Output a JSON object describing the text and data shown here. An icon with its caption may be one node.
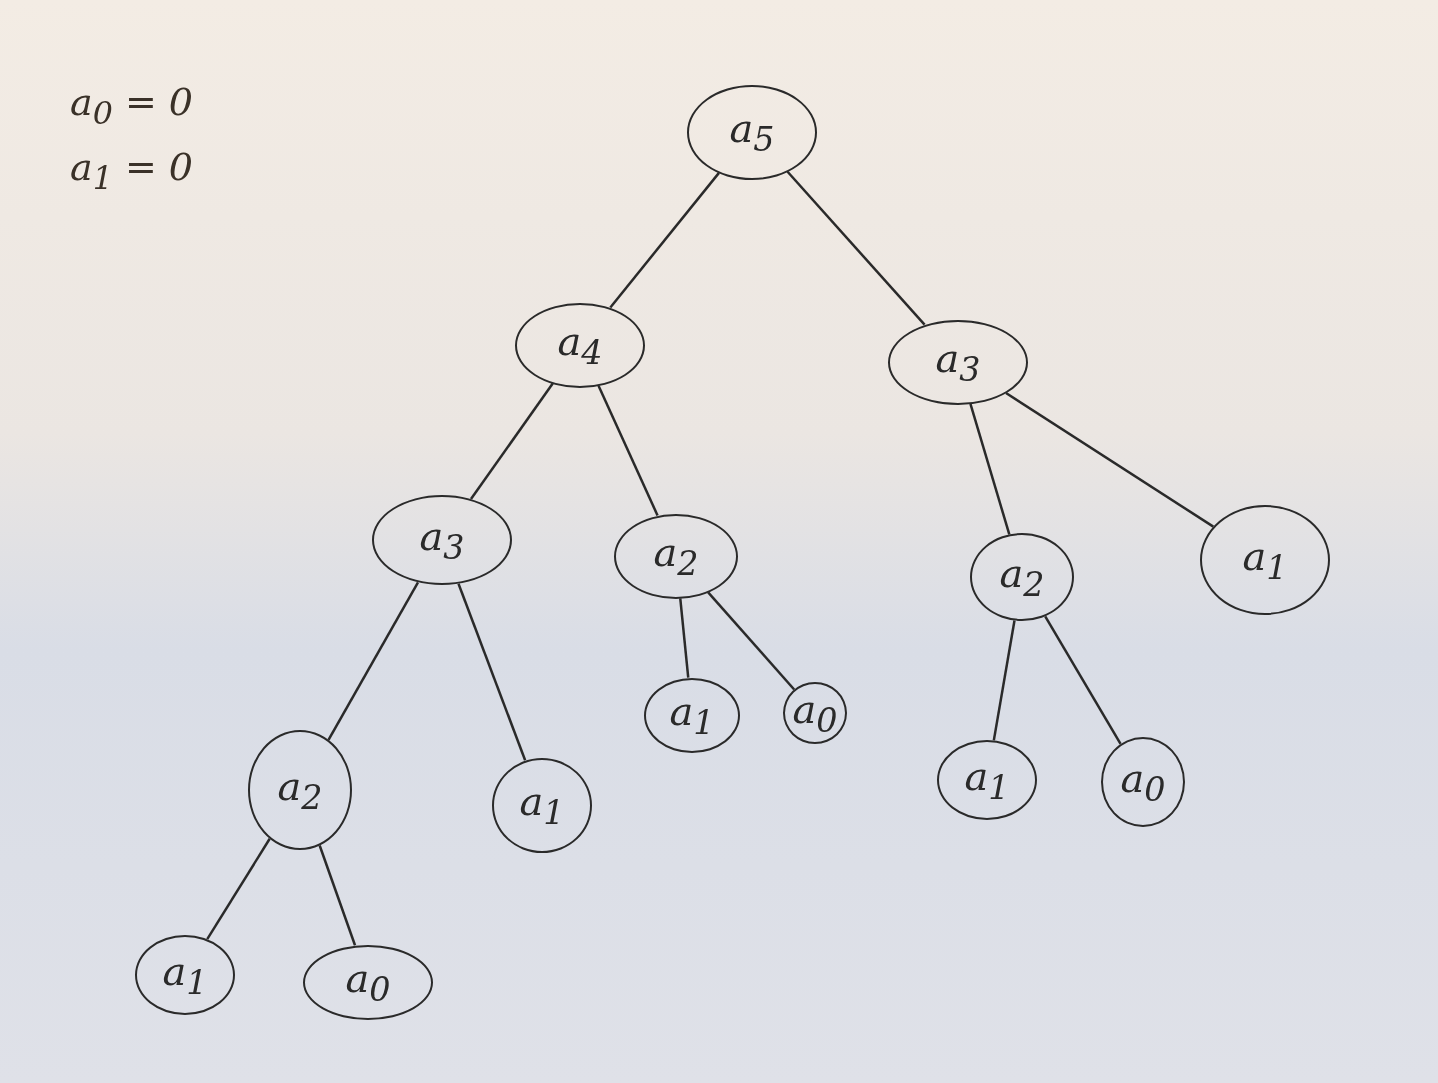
{
  "diagram": {
    "nodes": [
      {
        "text": [
          "a$_{5}$"
        ]
      },
      {
        "text": [
          "a$_{4}$"
        ]
      },
      {
        "text": [
          "a$_{3}$"
        ]
      },
      {
        "text": [
          "a$_{3}$"
        ]
      },
      {
        "text": [
          "a$_{2}$"
        ]
      },
      {
        "text": [
          "a$_{2}$"
        ]
      },
      {
        "text": [
          "a$_{1}$"
        ]
      },
      {
        "text": [
          "a$_{2}$"
        ]
      },
      {
        "text": [
          "a$_{1}$"
        ]
      },
      {
        "text": [
          "a$_{1}$"
        ]
      },
      {
        "text": [
          "a$_{0}$"
        ]
      },
      {
        "text": [
          "a$_{1}$"
        ]
      },
      {
        "text": [
          "a$_{0}$"
        ]
      },
      {
        "text": [
          "a$_{1}$"
        ]
      },
      {
        "text": [
          "a$_{0}$"
        ]
      }
    ],
    "edges": [
      {
        "from": 0,
        "to": 1,
        "arrow": "none"
      },
      {
        "from": 0,
        "to": 2,
        "arrow": "none"
      },
      {
        "from": 1,
        "to": 3,
        "arrow": "none"
      },
      {
        "from": 1,
        "to": 4,
        "arrow": "none"
      },
      {
        "from": 2,
        "to": 5,
        "arrow": "none"
      },
      {
        "from": 2,
        "to": 6,
        "arrow": "none"
      },
      {
        "from": 3,
        "to": 7,
        "arrow": "none"
      },
      {
        "from": 3,
        "to": 8,
        "arrow": "none"
      },
      {
        "from": 4,
        "to": 9,
        "arrow": "none"
      },
      {
        "from": 4,
        "to": 10,
        "arrow": "none"
      },
      {
        "from": 5,
        "to": 11,
        "arrow": "none"
      },
      {
        "from": 5,
        "to": 12,
        "arrow": "none"
      },
      {
        "from": 7,
        "to": 13,
        "arrow": "none"
      },
      {
        "from": 7,
        "to": 14,
        "arrow": "none"
      }
    ],
    "labels": [
      "a$_{0}$ = 0",
      "a$_{1}$ = 0"
    ]
  }
}
